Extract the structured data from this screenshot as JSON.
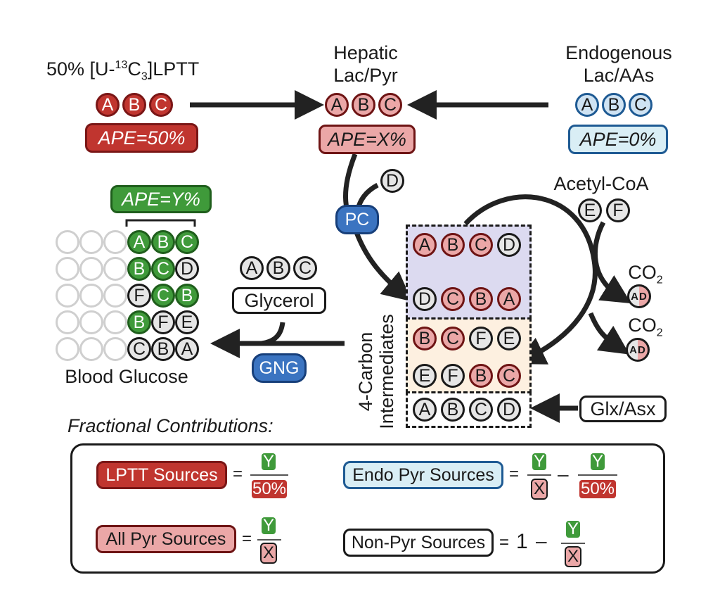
{
  "sources": {
    "lptt": {
      "title": "50% [U-",
      "title_sup": "13",
      "title_mid": "C",
      "title_sub": "3",
      "title_end": "]LPTT",
      "carbons": [
        "A",
        "B",
        "C"
      ],
      "ape": "APE=50%"
    },
    "hepatic": {
      "title_line1": "Hepatic",
      "title_line2": "Lac/Pyr",
      "carbons": [
        "A",
        "B",
        "C"
      ],
      "ape": "APE=X%"
    },
    "endogenous": {
      "title_line1": "Endogenous",
      "title_line2": "Lac/AAs",
      "carbons": [
        "A",
        "B",
        "C"
      ],
      "ape": "APE=0%"
    }
  },
  "pc": {
    "enzyme": "PC",
    "added_carbon": "D"
  },
  "acetyl_coa": {
    "title": "Acetyl-CoA",
    "carbons": [
      "E",
      "F"
    ]
  },
  "co2": [
    {
      "label": "CO",
      "sub": "2",
      "carbons": "AD"
    },
    {
      "label": "CO",
      "sub": "2",
      "carbons": "AD"
    }
  ],
  "four_carbon": {
    "label_line1": "4-Carbon",
    "label_line2": "Intermediates",
    "rows": [
      {
        "carbons": [
          "A",
          "B",
          "C",
          "D"
        ],
        "colors": [
          "pink",
          "pink",
          "pink",
          "grey"
        ]
      },
      {
        "carbons": [
          "D",
          "C",
          "B",
          "A"
        ],
        "colors": [
          "grey",
          "pink",
          "pink",
          "pink"
        ]
      },
      {
        "carbons": [
          "B",
          "C",
          "F",
          "E"
        ],
        "colors": [
          "pink",
          "pink",
          "grey",
          "grey"
        ]
      },
      {
        "carbons": [
          "E",
          "F",
          "B",
          "C"
        ],
        "colors": [
          "grey",
          "grey",
          "pink",
          "pink"
        ]
      },
      {
        "carbons": [
          "A",
          "B",
          "C",
          "D"
        ],
        "colors": [
          "grey",
          "grey",
          "grey",
          "grey"
        ]
      }
    ]
  },
  "glx_asx": {
    "label": "Glx/Asx"
  },
  "glycerol": {
    "label": "Glycerol",
    "carbons": [
      "A",
      "B",
      "C"
    ]
  },
  "gng": {
    "enzyme": "GNG"
  },
  "glucose": {
    "title": "Blood Glucose",
    "ape": "APE=Y%",
    "rows": [
      {
        "carbons": [
          "A",
          "B",
          "C"
        ],
        "colors": [
          "green",
          "green",
          "green"
        ]
      },
      {
        "carbons": [
          "B",
          "C",
          "D"
        ],
        "colors": [
          "green",
          "green",
          "grey"
        ]
      },
      {
        "carbons": [
          "F",
          "C",
          "B"
        ],
        "colors": [
          "grey",
          "green",
          "green"
        ]
      },
      {
        "carbons": [
          "B",
          "F",
          "E"
        ],
        "colors": [
          "green",
          "grey",
          "grey"
        ]
      },
      {
        "carbons": [
          "C",
          "B",
          "A"
        ],
        "colors": [
          "grey",
          "grey",
          "grey"
        ]
      }
    ]
  },
  "fractional": {
    "title": "Fractional Contributions:",
    "equals": "=",
    "minus": "–",
    "one": "1",
    "lptt": {
      "label": "LPTT Sources",
      "num": "Y",
      "den": "50%"
    },
    "all_pyr": {
      "label": "All Pyr Sources",
      "num": "Y",
      "den": "X"
    },
    "endo_pyr": {
      "label": "Endo Pyr Sources",
      "num1": "Y",
      "den1": "X",
      "num2": "Y",
      "den2": "50%"
    },
    "non_pyr": {
      "label": "Non-Pyr Sources",
      "num": "Y",
      "den": "X"
    }
  },
  "colors": {
    "lptt_red": "#c0352f",
    "pyr_pink": "#eba7a7",
    "endo_blue": "#cfe3f3",
    "glucose_green": "#3f9a3a",
    "enzyme_blue": "#3b74c1",
    "unlabeled_grey": "#e6e6e6",
    "oaa_lavender": "#dcdaf0",
    "fumarate_peach": "#fdf0e0"
  }
}
